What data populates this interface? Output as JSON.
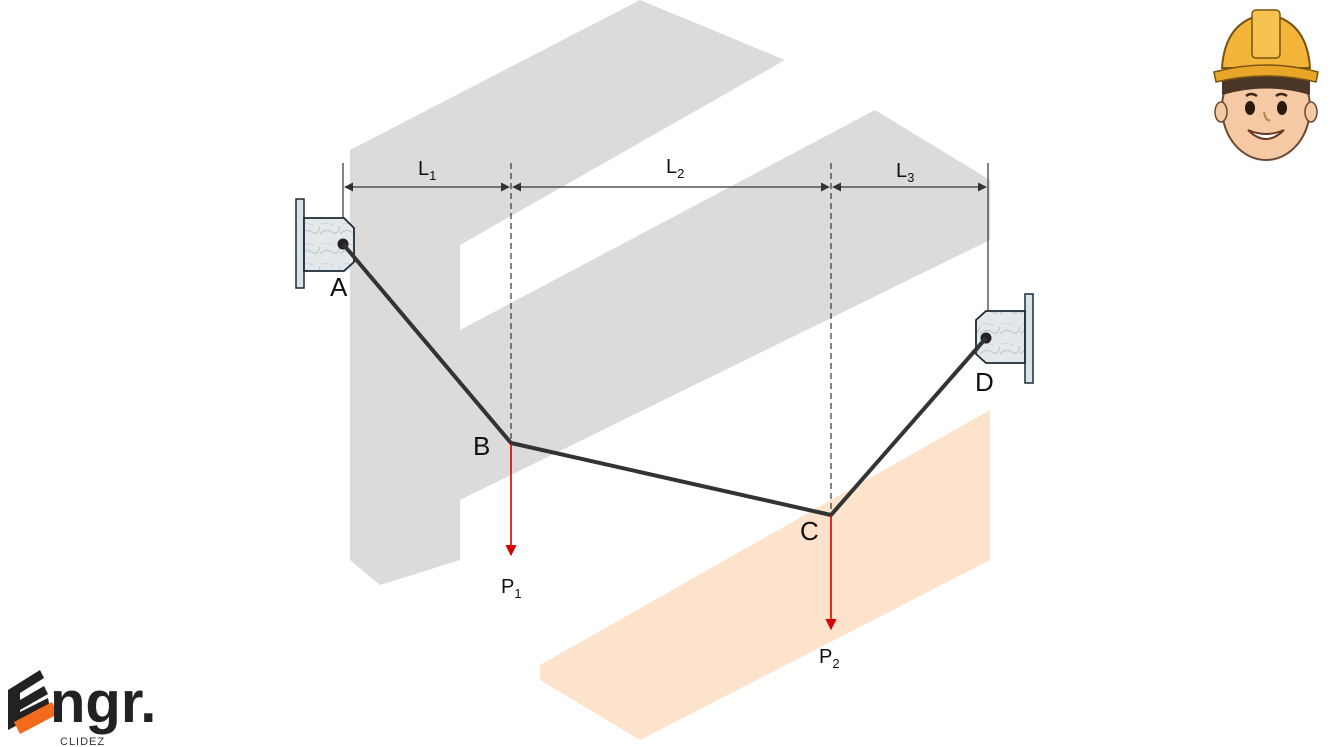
{
  "diagram": {
    "points": {
      "A": "A",
      "B": "B",
      "C": "C",
      "D": "D"
    },
    "dimensions": {
      "L1": "L",
      "L1_sub": "1",
      "L2": "L",
      "L2_sub": "2",
      "L3": "L",
      "L3_sub": "3"
    },
    "loads": {
      "P1": "P",
      "P1_sub": "1",
      "P2": "P",
      "P2_sub": "2"
    }
  },
  "logo": {
    "mark": "ngr.",
    "sub": "CLIDEZ"
  },
  "colors": {
    "cable": "#333333",
    "load": "#d40000",
    "watermark_gray": "#d9d9d9",
    "watermark_orange": "#fde2cc",
    "logo_orange": "#f26a1b"
  },
  "icons": [
    "engineer-avatar-icon",
    "wall-support-left-icon",
    "wall-support-right-icon"
  ]
}
